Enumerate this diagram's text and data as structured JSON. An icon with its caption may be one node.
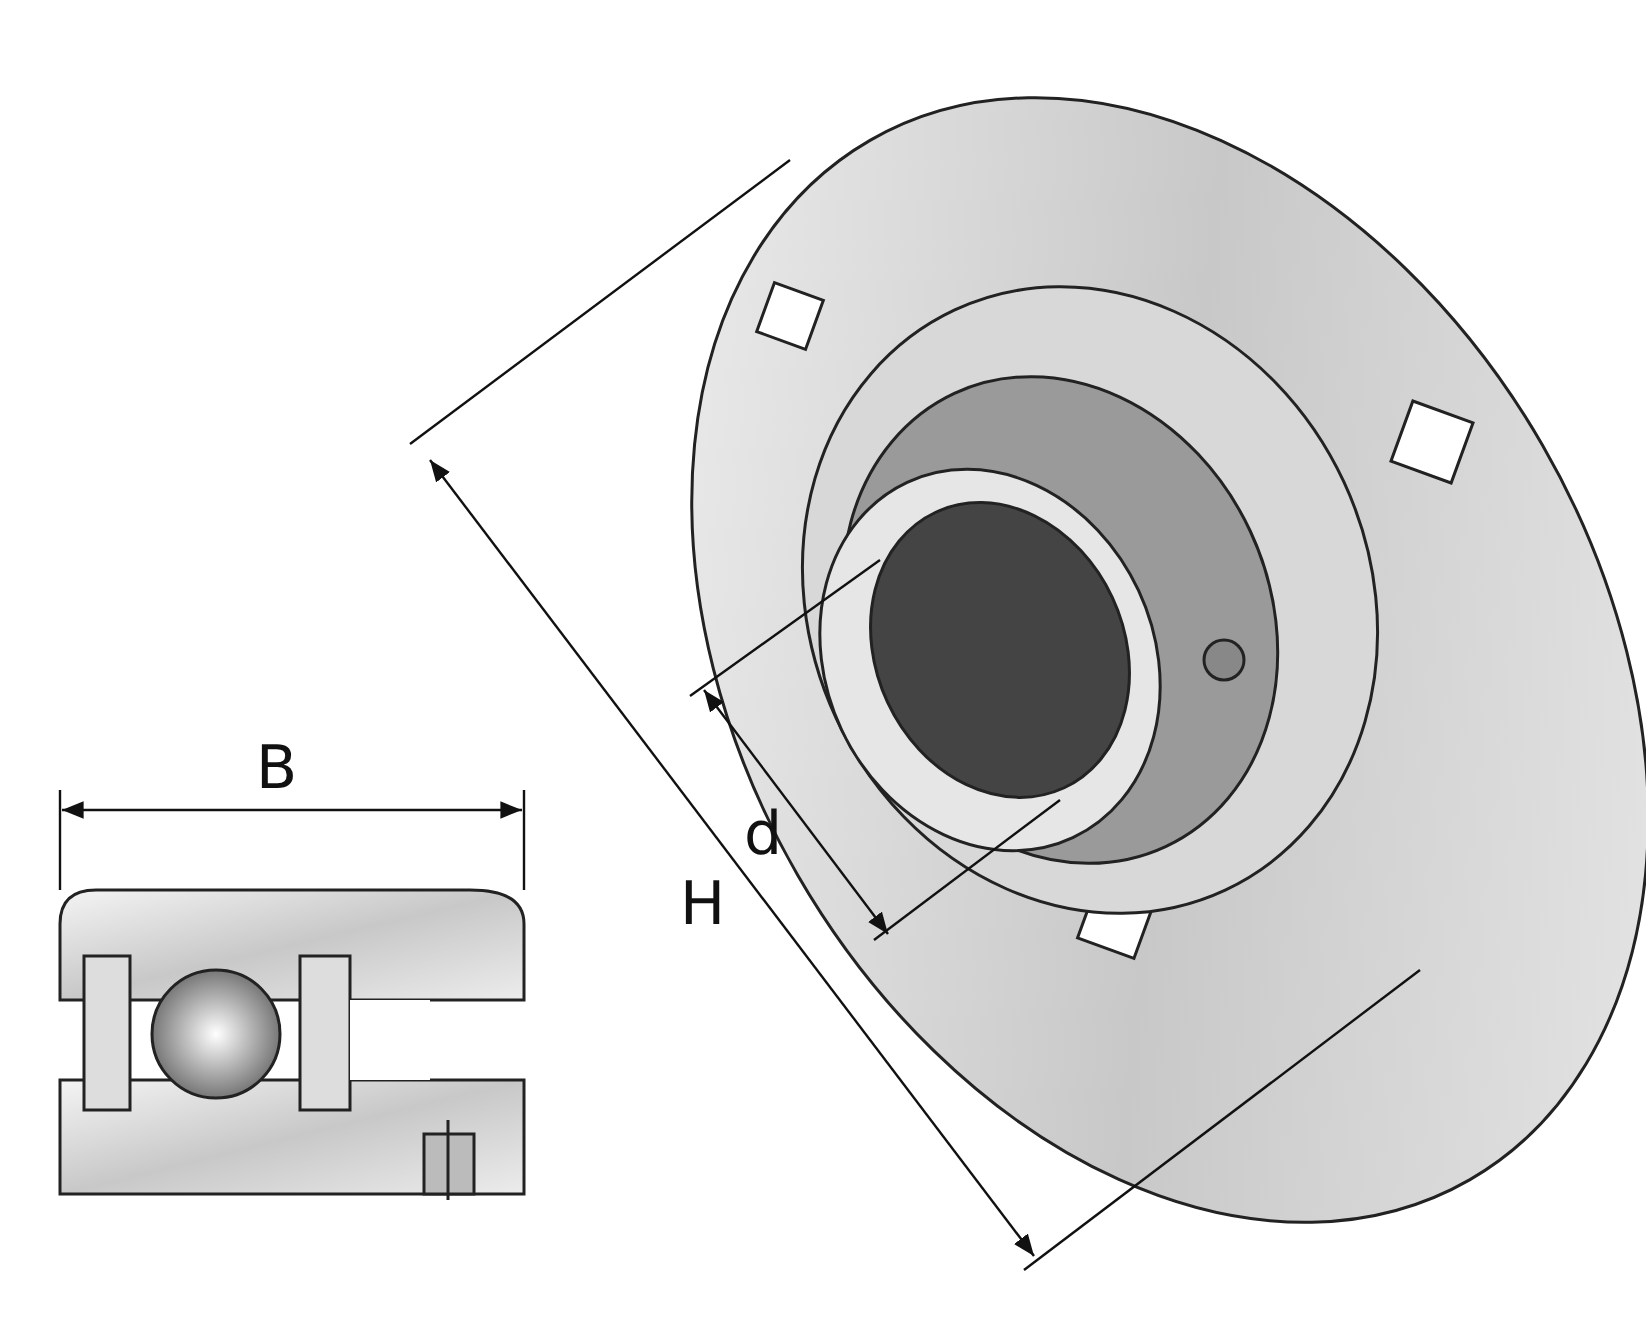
{
  "diagram": {
    "labels": [
      "B",
      "d",
      "H"
    ]
  }
}
